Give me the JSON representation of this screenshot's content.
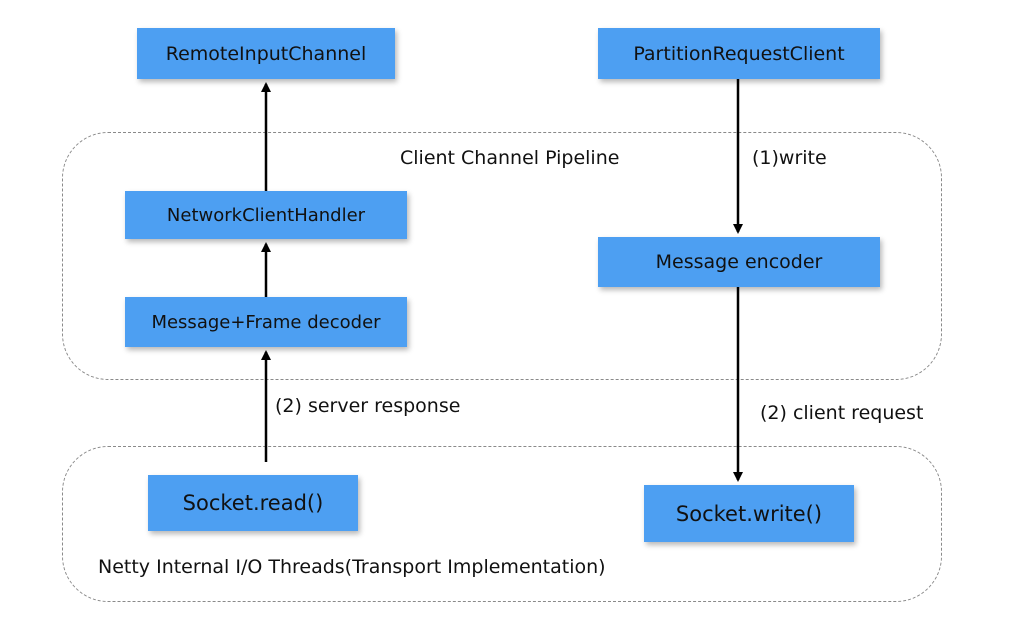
{
  "colors": {
    "node_fill": "#4d9ff2",
    "group_border": "#8a8a8a",
    "arrow": "#000000"
  },
  "groups": {
    "client_pipeline": {
      "label": "Client Channel Pipeline"
    },
    "io_threads": {
      "label": "Netty Internal I/O Threads(Transport Implementation)"
    }
  },
  "nodes": {
    "remote_input_channel": "RemoteInputChannel",
    "partition_request_client": "PartitionRequestClient",
    "network_client_handler": "NetworkClientHandler",
    "message_frame_decoder": "Message+Frame decoder",
    "message_encoder": "Message encoder",
    "socket_read": "Socket.read()",
    "socket_write": "Socket.write()"
  },
  "edge_labels": {
    "write": "(1)write",
    "server_response": "(2) server response",
    "client_request": "(2) client request"
  }
}
